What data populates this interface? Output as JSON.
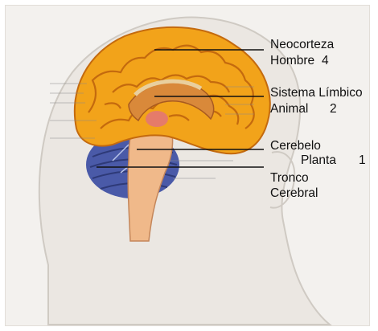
{
  "labels": [
    {
      "title": "Neocorteza",
      "sub": "Hombre",
      "num": "4"
    },
    {
      "title": "Sistema Límbico",
      "sub": "Animal",
      "num": "2"
    },
    {
      "title": "Cerebelo",
      "sub": "Planta",
      "num": "1"
    },
    {
      "title": "Tronco",
      "sub": "Cerebral",
      "num": ""
    }
  ],
  "colors": {
    "cortex": "#f2a31a",
    "cortex_dark": "#c46a0e",
    "limbic": "#d9893a",
    "cerebellum": "#4a5aa8",
    "brainstem": "#f0b98a",
    "head_outline": "#cfcac3"
  }
}
